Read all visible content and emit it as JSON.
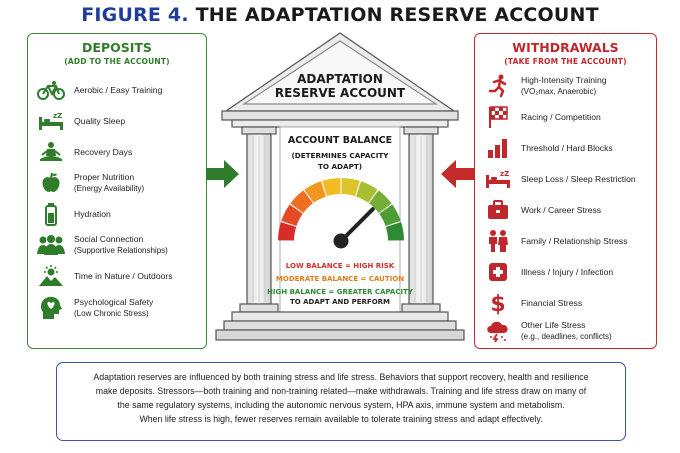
{
  "title": {
    "number": "FIGURE 4.",
    "text": "THE ADAPTATION RESERVE ACCOUNT"
  },
  "deposits": {
    "heading": "DEPOSITS",
    "subheading": "(ADD TO THE ACCOUNT)",
    "items": [
      {
        "label": "Aerobic / Easy Training",
        "sub": "",
        "icon": "bicycle-icon"
      },
      {
        "label": "Quality Sleep",
        "sub": "",
        "icon": "sleep-bed-icon"
      },
      {
        "label": "Recovery Days",
        "sub": "",
        "icon": "meditation-icon"
      },
      {
        "label": "Proper Nutrition",
        "sub": "(Energy Availability)",
        "icon": "apple-icon"
      },
      {
        "label": "Hydration",
        "sub": "",
        "icon": "water-bottle-icon"
      },
      {
        "label": "Social Connection",
        "sub": "(Supportive Relationships)",
        "icon": "people-group-icon"
      },
      {
        "label": "Time in Nature / Outdoors",
        "sub": "",
        "icon": "sun-mountain-icon"
      },
      {
        "label": "Psychological Safety",
        "sub": "(Low Chronic Stress)",
        "icon": "heart-head-icon"
      }
    ]
  },
  "withdrawals": {
    "heading": "WITHDRAWALS",
    "subheading": "(TAKE FROM THE ACCOUNT)",
    "items": [
      {
        "label": "High-Intensity Training",
        "sub": "(VO₂max, Anaerobic)",
        "icon": "runner-icon"
      },
      {
        "label": "Racing / Competition",
        "sub": "",
        "icon": "checkered-flag-icon"
      },
      {
        "label": "Threshold / Hard Blocks",
        "sub": "",
        "icon": "bar-chart-icon"
      },
      {
        "label": "Sleep Loss / Sleep Restriction",
        "sub": "",
        "icon": "sleep-loss-icon"
      },
      {
        "label": "Work / Career Stress",
        "sub": "",
        "icon": "briefcase-icon"
      },
      {
        "label": "Family / Relationship Stress",
        "sub": "",
        "icon": "family-icon"
      },
      {
        "label": "Illness / Injury / Infection",
        "sub": "",
        "icon": "medical-cross-icon"
      },
      {
        "label": "Financial Stress",
        "sub": "",
        "icon": "dollar-icon"
      },
      {
        "label": "Other Life Stress",
        "sub": "(e.g., deadlines, conflicts)",
        "icon": "storm-cloud-icon"
      }
    ]
  },
  "temple": {
    "name_line1": "ADAPTATION",
    "name_line2": "RESERVE ACCOUNT",
    "balance_title": "ACCOUNT BALANCE",
    "balance_sub1": "(DETERMINES CAPACITY",
    "balance_sub2": "TO ADAPT)",
    "low": "LOW BALANCE = HIGH RISK",
    "moderate": "MODERATE BALANCE = CAUTION",
    "high": "HIGH BALANCE = GREATER CAPACITY",
    "high2": "TO ADAPT AND PERFORM"
  },
  "gauge_level": 0.75,
  "colors": {
    "deposit_green": "#2f7d2b",
    "withdraw_red": "#c0272d",
    "title_blue": "#1f3d99",
    "low_red": "#d0312d",
    "moderate_orange": "#e07b1a",
    "high_green": "#2e8b34"
  },
  "description": {
    "line1": "Adaptation reserves are influenced by both training stress and life stress. Behaviors that support recovery, health and resilience",
    "line2": "make deposits. Stressors—both training and non-training related—make withdrawals. Training and life stress draw on many of",
    "line3": "the same regulatory systems, including the autonomic nervous system, HPA axis, immune system and metabolism.",
    "line4": "When life stress is high, fewer reserves remain available to tolerate training stress and adapt effectively."
  }
}
